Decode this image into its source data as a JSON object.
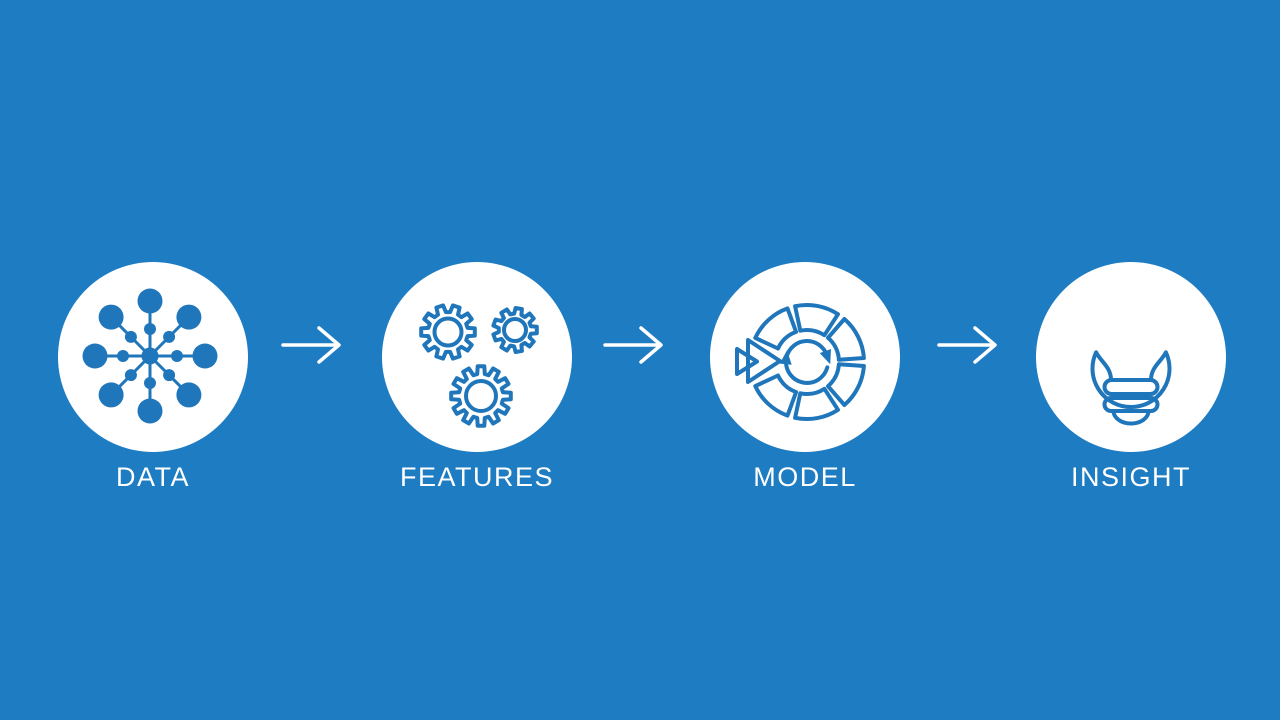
{
  "slide": {
    "background_color": "#1e7cc2",
    "icon_color": "#2076ba",
    "circle_color": "#ffffff",
    "text_color": "#ffffff"
  },
  "pipeline": {
    "steps": [
      {
        "label": "DATA",
        "icon": "data-network-icon"
      },
      {
        "label": "FEATURES",
        "icon": "gears-icon"
      },
      {
        "label": "MODEL",
        "icon": "model-cycle-icon"
      },
      {
        "label": "INSIGHT",
        "icon": "lightbulb-icon"
      }
    ],
    "connectors": [
      {
        "icon": "arrow-right-icon"
      },
      {
        "icon": "arrow-right-icon"
      },
      {
        "icon": "arrow-right-icon"
      }
    ]
  }
}
